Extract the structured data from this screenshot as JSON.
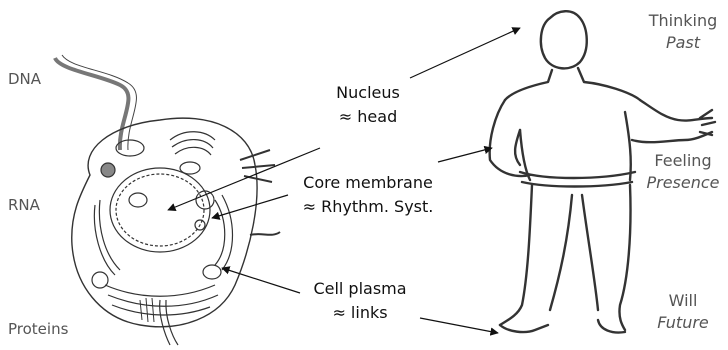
{
  "left_labels": [
    "DNA",
    "RNA",
    "Proteins"
  ],
  "center_labels": [
    {
      "line1": "Nucleus",
      "line2": "≈ head"
    },
    {
      "line1": "Core membrane",
      "line2": "≈ Rhythm. Syst."
    },
    {
      "line1": "Cell plasma",
      "line2": "≈ links"
    }
  ],
  "right_labels": [
    {
      "line1": "Thinking",
      "line2": "Past"
    },
    {
      "line1": "Feeling",
      "line2": "Presence"
    },
    {
      "line1": "Will",
      "line2": "Future"
    }
  ],
  "colors": {
    "text": "#222222",
    "muted": "#555555",
    "stroke": "#333333"
  }
}
